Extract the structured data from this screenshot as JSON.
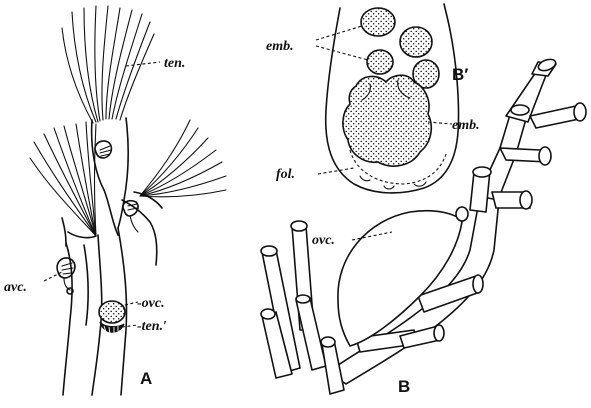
{
  "figure": {
    "panel_labels": {
      "a": "A",
      "b": "B",
      "b_prime": "B′"
    },
    "labels": {
      "ten": "ten.",
      "avc": "avc.",
      "ovc_a": "-ovc.",
      "ten_prime": "-ten.′",
      "emb_top": "emb.",
      "emb_mid": "emb.",
      "fol": "fol.",
      "ovc_b": "ovc."
    }
  }
}
